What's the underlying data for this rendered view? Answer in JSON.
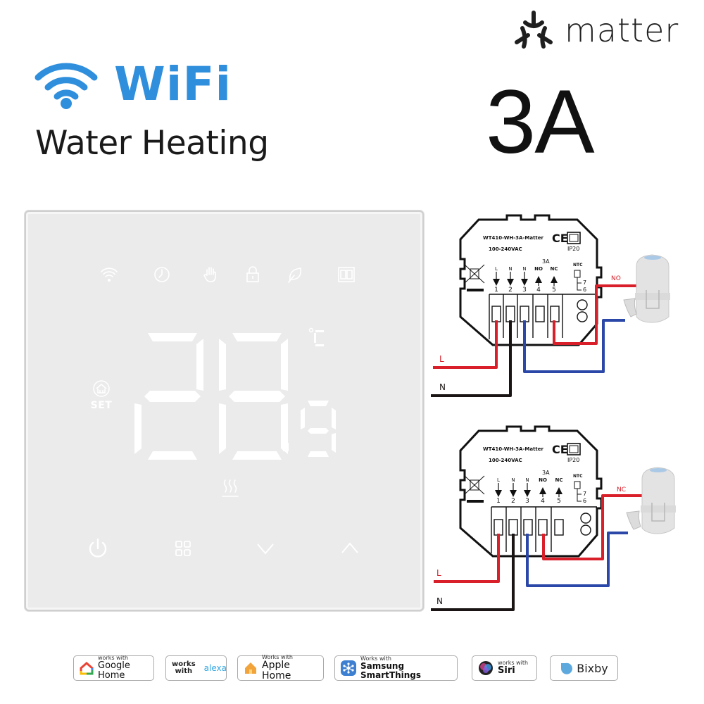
{
  "header": {
    "wifi_title": "WiFi",
    "subtitle": "Water Heating",
    "brand_logo_text": "matter",
    "current_rating": "3A",
    "colors": {
      "wifi_blue": "#2f8fdd",
      "text_dark": "#1a1a1a"
    }
  },
  "thermostat": {
    "status_icons": [
      "wifi-icon",
      "clock-icon",
      "hand-manual-icon",
      "lock-icon",
      "leaf-eco-icon",
      "window-icon"
    ],
    "temperature_display": "28.9",
    "temperature_unit": "°C",
    "set_label": "SET",
    "heating_indicator": "heating-icon",
    "buttons": [
      {
        "name": "power",
        "icon": "power-icon"
      },
      {
        "name": "menu",
        "icon": "grid-menu-icon"
      },
      {
        "name": "down",
        "icon": "chevron-down-icon"
      },
      {
        "name": "up",
        "icon": "chevron-up-icon"
      }
    ]
  },
  "wiring_diagrams": [
    {
      "model": "WT410-WH-3A-Matter",
      "voltage": "100-240VAC",
      "rating": "3A",
      "ip_rating": "IP20",
      "ntc_label": "NTC",
      "terminals": [
        {
          "label": "L",
          "number": "1",
          "direction": "in"
        },
        {
          "label": "N",
          "number": "2",
          "direction": "in"
        },
        {
          "label": "N",
          "number": "3",
          "direction": "in"
        },
        {
          "label": "NO",
          "number": "4",
          "direction": "out"
        },
        {
          "label": "NC",
          "number": "5",
          "direction": "out"
        }
      ],
      "sensor_terminals": [
        "7",
        "6"
      ],
      "actuator_label": "NO",
      "line_label": "L",
      "neutral_label": "N"
    },
    {
      "model": "WT410-WH-3A-Matter",
      "voltage": "100-240VAC",
      "rating": "3A",
      "ip_rating": "IP20",
      "ntc_label": "NTC",
      "terminals": [
        {
          "label": "L",
          "number": "1",
          "direction": "in"
        },
        {
          "label": "N",
          "number": "2",
          "direction": "in"
        },
        {
          "label": "N",
          "number": "3",
          "direction": "in"
        },
        {
          "label": "NO",
          "number": "4",
          "direction": "out"
        },
        {
          "label": "NC",
          "number": "5",
          "direction": "out"
        }
      ],
      "sensor_terminals": [
        "7",
        "6"
      ],
      "actuator_label": "NC",
      "line_label": "L",
      "neutral_label": "N"
    }
  ],
  "wire_colors": {
    "live": "#d9202a",
    "neutral": "#1a1414",
    "blue": "#2b48a8"
  },
  "compatibility_badges": [
    {
      "small": "works with",
      "big": "Google Home"
    },
    {
      "small": "works with",
      "big": "alexa"
    },
    {
      "small": "Works with",
      "big": "Apple Home"
    },
    {
      "small": "Works with",
      "big": "Samsung SmartThings"
    },
    {
      "small": "works with",
      "big": "Siri"
    },
    {
      "small": "",
      "big": "Bixby"
    }
  ]
}
